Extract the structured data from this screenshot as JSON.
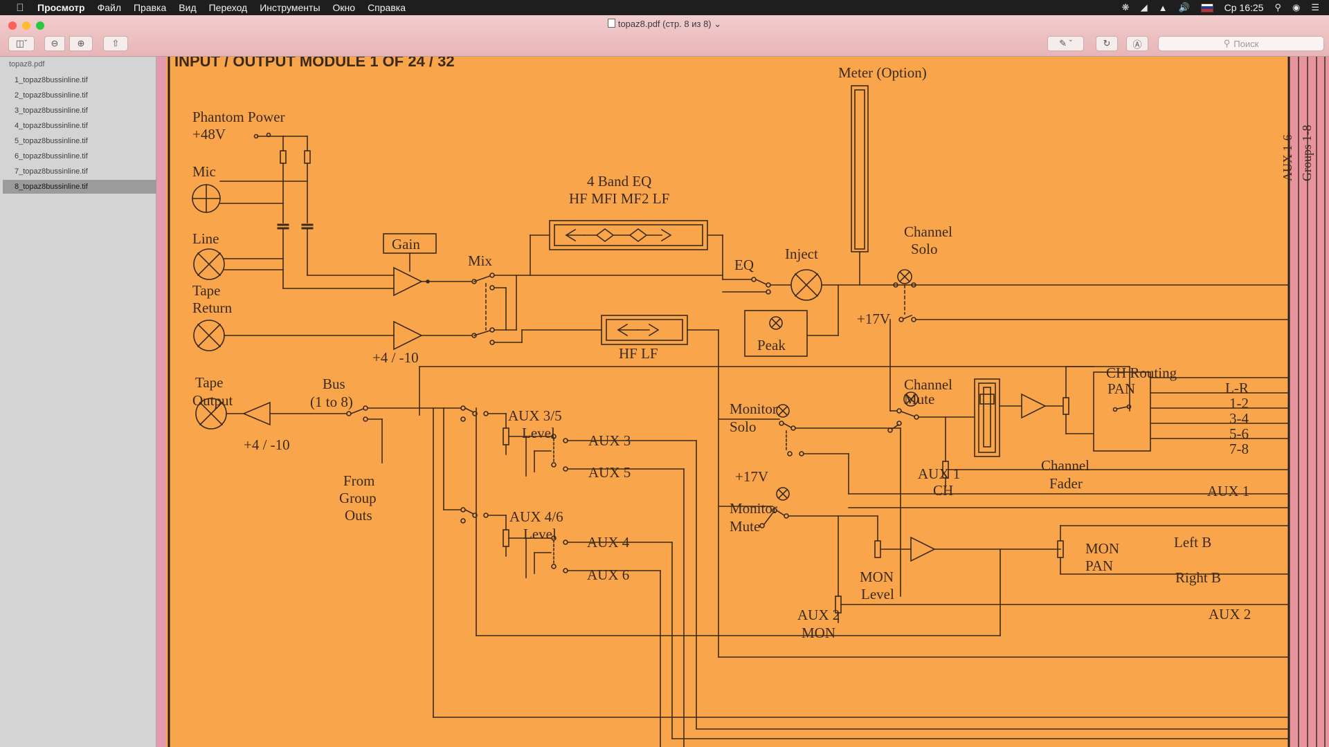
{
  "menubar": {
    "app": "Просмотр",
    "items": [
      "Файл",
      "Правка",
      "Вид",
      "Переход",
      "Инструменты",
      "Окно",
      "Справка"
    ],
    "clock": "Ср 16:25"
  },
  "window": {
    "title": "topaz8.pdf (стр. 8 из 8)"
  },
  "toolbar": {
    "search_placeholder": "Поиск"
  },
  "sidebar": {
    "document": "topaz8.pdf",
    "pages": [
      "1_topaz8bussinline.tif",
      "2_topaz8bussinline.tif",
      "3_topaz8bussinline.tif",
      "4_topaz8bussinline.tif",
      "5_topaz8bussinline.tif",
      "6_topaz8bussinline.tif",
      "7_topaz8bussinline.tif",
      "8_topaz8bussinline.tif"
    ],
    "selected_index": 7
  },
  "diagram": {
    "header": "INPUT / OUTPUT MODULE 1 OF 24 / 32",
    "meter": "Meter (Option)",
    "phantom1": "Phantom Power",
    "phantom2": "+48V",
    "mic": "Mic",
    "line": "Line",
    "tape_return1": "Tape",
    "tape_return2": "Return",
    "gain": "Gain",
    "mix": "Mix",
    "eq_title1": "4 Band EQ",
    "eq_title2": "HF MFI MF2 LF",
    "eq": "EQ",
    "inject": "Inject",
    "ch_solo1": "Channel",
    "ch_solo2": "Solo",
    "plus17v_a": "+17V",
    "level_sw": "+4 / -10",
    "hf_lf": "HF LF",
    "peak": "Peak",
    "tape_out1": "Tape",
    "tape_out2": "Output",
    "bus1": "Bus",
    "bus2": "(1 to 8)",
    "level_sw2": "+4 / -10",
    "from1": "From",
    "from2": "Group",
    "from3": "Outs",
    "aux35_1": "AUX 3/5",
    "aux35_2": "Level",
    "aux3": "AUX 3",
    "aux5": "AUX 5",
    "aux46_1": "AUX 4/6",
    "aux46_2": "Level",
    "aux4": "AUX 4",
    "aux6": "AUX 6",
    "mon_solo1": "Monitor",
    "mon_solo2": "Solo",
    "plus17v_b": "+17V",
    "mon_mute1": "Monitor",
    "mon_mute2": "Mute",
    "ch_mute1": "Channel",
    "ch_mute2": "Mute",
    "aux1ch1": "AUX 1",
    "aux1ch2": "CH",
    "ch_fader1": "Channel",
    "ch_fader2": "Fader",
    "routing1": "CH Routing",
    "routing2": "PAN",
    "bus_lr": "L-R",
    "bus_12": "1-2",
    "bus_34": "3-4",
    "bus_56": "5-6",
    "bus_78": "7-8",
    "aux1": "AUX 1",
    "mon_pan1": "MON",
    "mon_pan2": "PAN",
    "left_b": "Left B",
    "right_b": "Right B",
    "mon_level1": "MON",
    "mon_level2": "Level",
    "aux2mon1": "AUX 2",
    "aux2mon2": "MON",
    "aux2": "AUX 2",
    "side1": "AUX 1-6",
    "side2": "Groups 1-8"
  }
}
